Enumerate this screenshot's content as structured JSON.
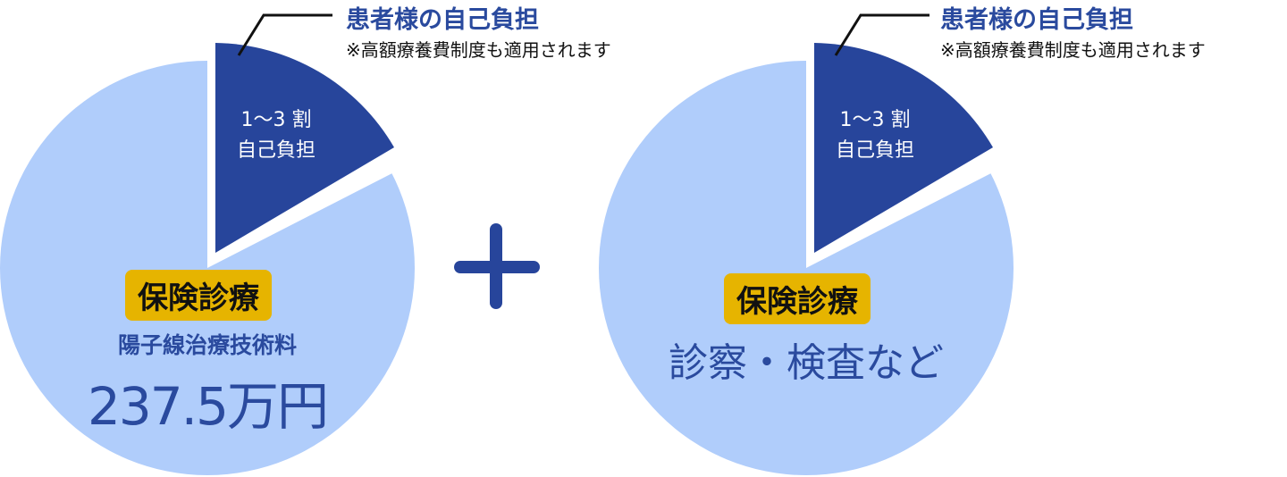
{
  "colors": {
    "light": "#b0cdfb",
    "dark": "#27459b",
    "badge": "#e6b400",
    "text": "#2a4a9e"
  },
  "left": {
    "callout_title": "患者様の自己負担",
    "callout_note": "※高額療養費制度も適用されます",
    "slice_line1": "1～3 割",
    "slice_line2": "自己負担",
    "badge": "保険診療",
    "description": "陽子線治療技術料",
    "amount": "237.5万円"
  },
  "right": {
    "callout_title": "患者様の自己負担",
    "callout_note": "※高額療養費制度も適用されます",
    "slice_line1": "1～3 割",
    "slice_line2": "自己負担",
    "badge": "保険診療",
    "description": "診察・検査など"
  },
  "operator": "plus-icon"
}
